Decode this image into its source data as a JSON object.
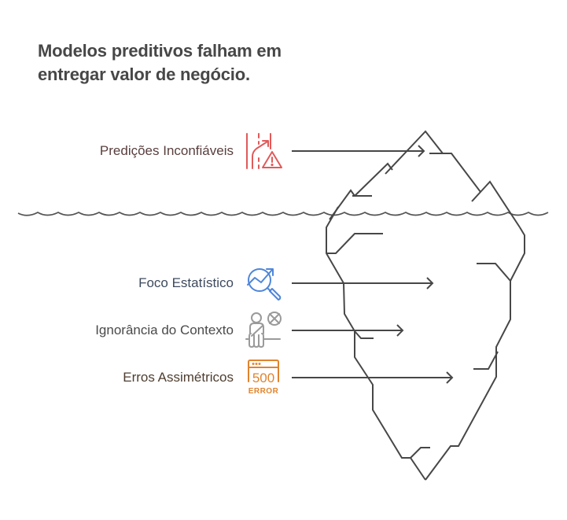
{
  "title": "Modelos preditivos falham em entregar valor de negócio.",
  "colors": {
    "line": "#474747",
    "title": "#474747",
    "predicoes": "#E05A5A",
    "foco": "#4F86D9",
    "ignorancia": "#9A9A9A",
    "erros": "#E0842E"
  },
  "above_water": [
    {
      "label": "Predições Inconfiáveis",
      "icon": "road-warning-icon",
      "label_color": "#5A3E3E",
      "icon_color": "#E05A5A"
    }
  ],
  "below_water": [
    {
      "label": "Foco Estatístico",
      "icon": "chart-magnifier-icon",
      "label_color": "#3E4A5E",
      "icon_color": "#4F86D9"
    },
    {
      "label": "Ignorância do Contexto",
      "icon": "person-blocked-icon",
      "label_color": "#4A4A4A",
      "icon_color": "#9A9A9A"
    },
    {
      "label": "Erros Assimétricos",
      "icon": "server-error-500-icon",
      "label_color": "#4E3E30",
      "icon_color": "#E0842E",
      "icon_text_code": "500",
      "icon_text_word": "ERROR"
    }
  ]
}
